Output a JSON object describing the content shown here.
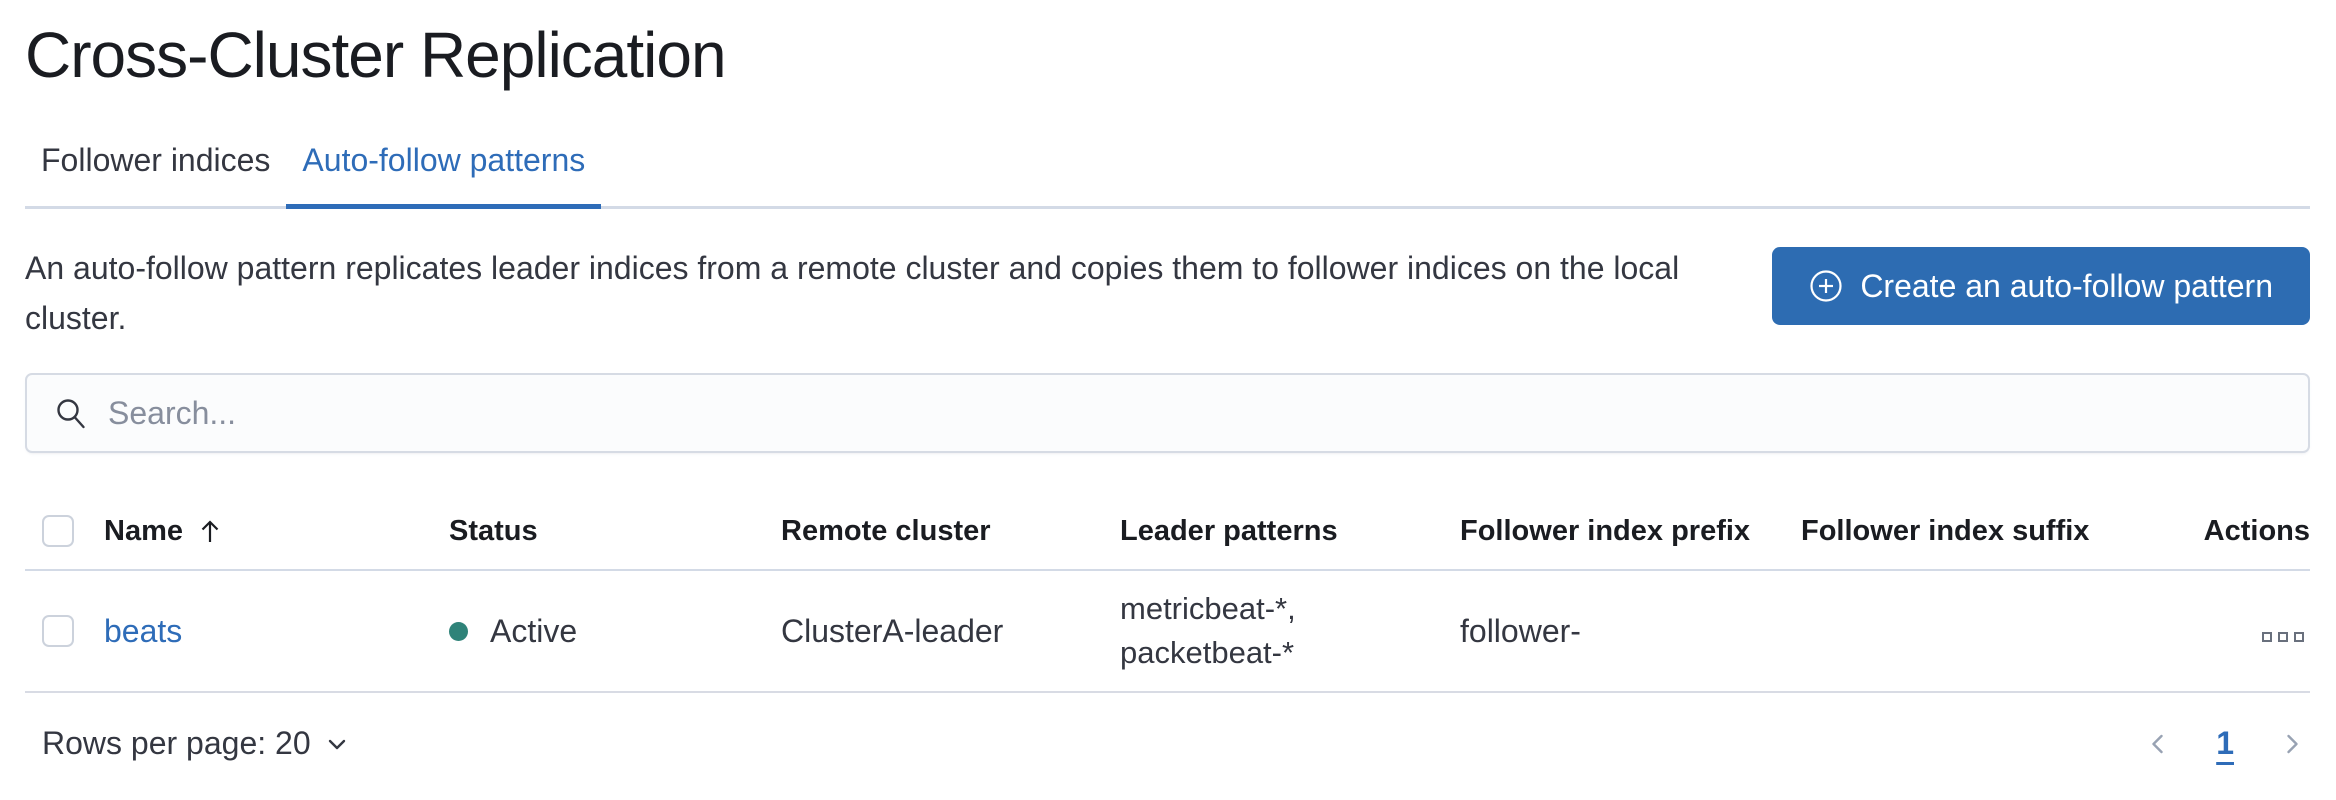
{
  "page": {
    "title": "Cross-Cluster Replication"
  },
  "tabs": [
    {
      "label": "Follower indices",
      "active": false
    },
    {
      "label": "Auto-follow patterns",
      "active": true
    }
  ],
  "intro": {
    "description": "An auto-follow pattern replicates leader indices from a remote cluster and copies them to follower indices on the local cluster.",
    "create_button_label": "Create an auto-follow pattern",
    "create_button_icon": "plus-in-circle-icon"
  },
  "search": {
    "placeholder": "Search...",
    "value": "",
    "icon": "search-icon"
  },
  "table": {
    "columns": [
      "Name",
      "Status",
      "Remote cluster",
      "Leader patterns",
      "Follower index prefix",
      "Follower index suffix",
      "Actions"
    ],
    "sort": {
      "column": "Name",
      "direction": "ascending",
      "icon": "sort-up-arrow-icon"
    },
    "rows": [
      {
        "name": "beats",
        "status": "Active",
        "remote_cluster": "ClusterA-leader",
        "leader_patterns_lines": [
          "metricbeat-*,",
          "packetbeat-*"
        ],
        "follower_index_prefix": "follower-",
        "follower_index_suffix": "",
        "actions_icon": "boxes-horizontal-icon"
      }
    ]
  },
  "footer": {
    "rows_per_page_label": "Rows per page: 20",
    "current_page": "1"
  },
  "colors": {
    "accent": "#2e6cb8",
    "button-blue": "#2d6cb2",
    "text-dark": "#1a1c21",
    "text-body": "#343741",
    "divider": "#d3dae6",
    "status-active": "#2f8379",
    "chevron-gray": "#98a2b3",
    "icon-gray": "#69707d"
  }
}
